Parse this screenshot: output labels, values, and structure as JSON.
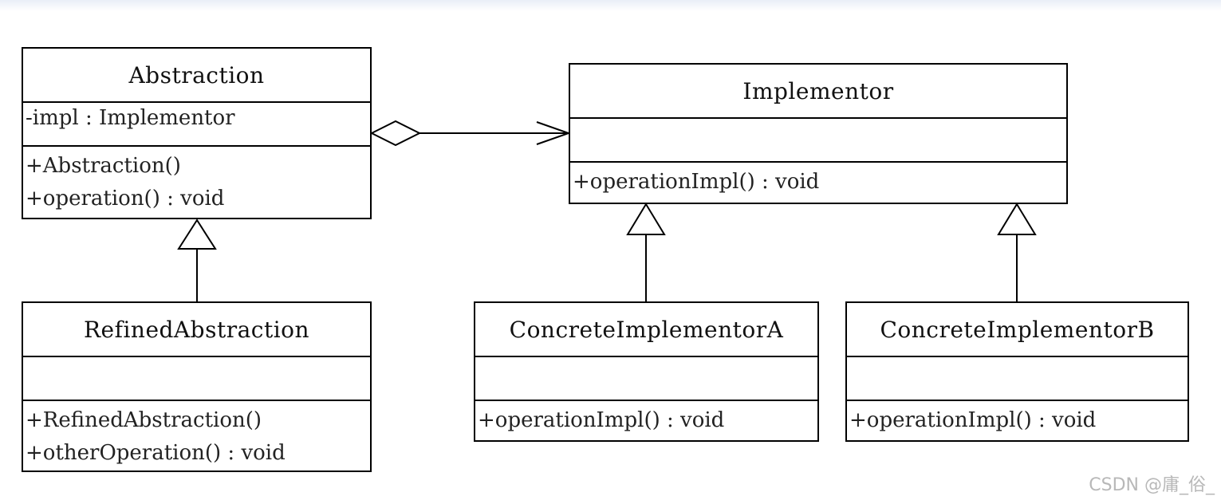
{
  "classes": {
    "abstraction": {
      "name": "Abstraction",
      "attributes": [
        "-impl : Implementor"
      ],
      "operations": [
        "+Abstraction()",
        "+operation() : void"
      ]
    },
    "refined": {
      "name": "RefinedAbstraction",
      "attributes": [],
      "operations": [
        "+RefinedAbstraction()",
        "+otherOperation() : void"
      ]
    },
    "implementor": {
      "name": "Implementor",
      "attributes": [],
      "operations": [
        "+operationImpl() : void"
      ]
    },
    "concreteA": {
      "name": "ConcreteImplementorA",
      "attributes": [],
      "operations": [
        "+operationImpl() : void"
      ]
    },
    "concreteB": {
      "name": "ConcreteImplementorB",
      "attributes": [],
      "operations": [
        "+operationImpl() : void"
      ]
    }
  },
  "relations": [
    {
      "type": "aggregation",
      "from": "abstraction",
      "to": "implementor"
    },
    {
      "type": "generalization",
      "from": "refined",
      "to": "abstraction"
    },
    {
      "type": "generalization",
      "from": "concreteA",
      "to": "implementor"
    },
    {
      "type": "generalization",
      "from": "concreteB",
      "to": "implementor"
    }
  ],
  "watermark": "CSDN @庸_俗_"
}
